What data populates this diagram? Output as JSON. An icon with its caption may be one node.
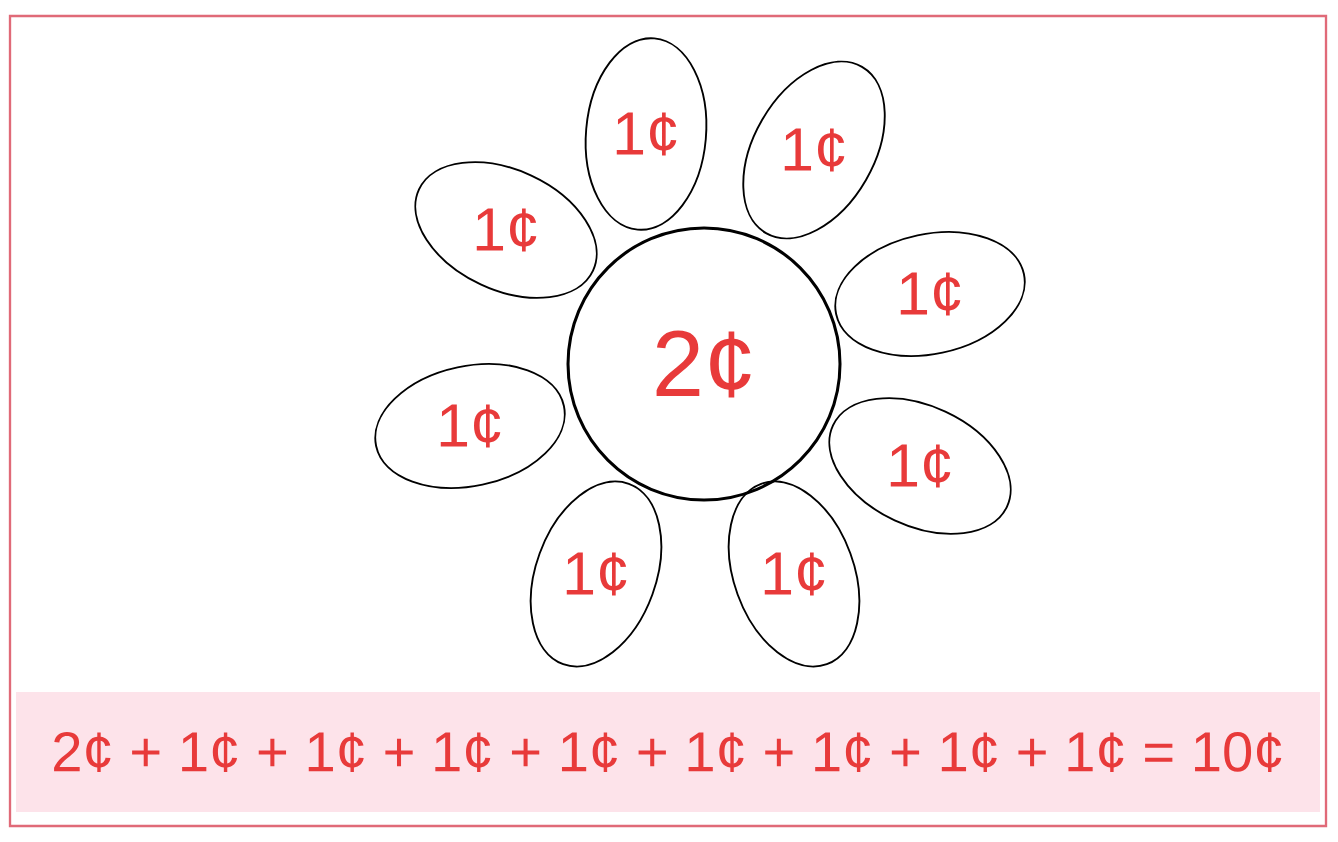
{
  "diagram": {
    "nodes": [
      {
        "text": [
          "2¢"
        ]
      },
      {
        "text": [
          "1¢"
        ]
      },
      {
        "text": [
          "1¢"
        ]
      },
      {
        "text": [
          "1¢"
        ]
      },
      {
        "text": [
          "1¢"
        ]
      },
      {
        "text": [
          "1¢"
        ]
      },
      {
        "text": [
          "1¢"
        ]
      },
      {
        "text": [
          "1¢"
        ]
      },
      {
        "text": [
          "1¢"
        ]
      },
      {
        "text": [
          "2¢ + 1¢ + 1¢ + 1¢ + 1¢ + 1¢ + 1¢ + 1¢ + 1¢ = 10¢"
        ]
      }
    ]
  }
}
